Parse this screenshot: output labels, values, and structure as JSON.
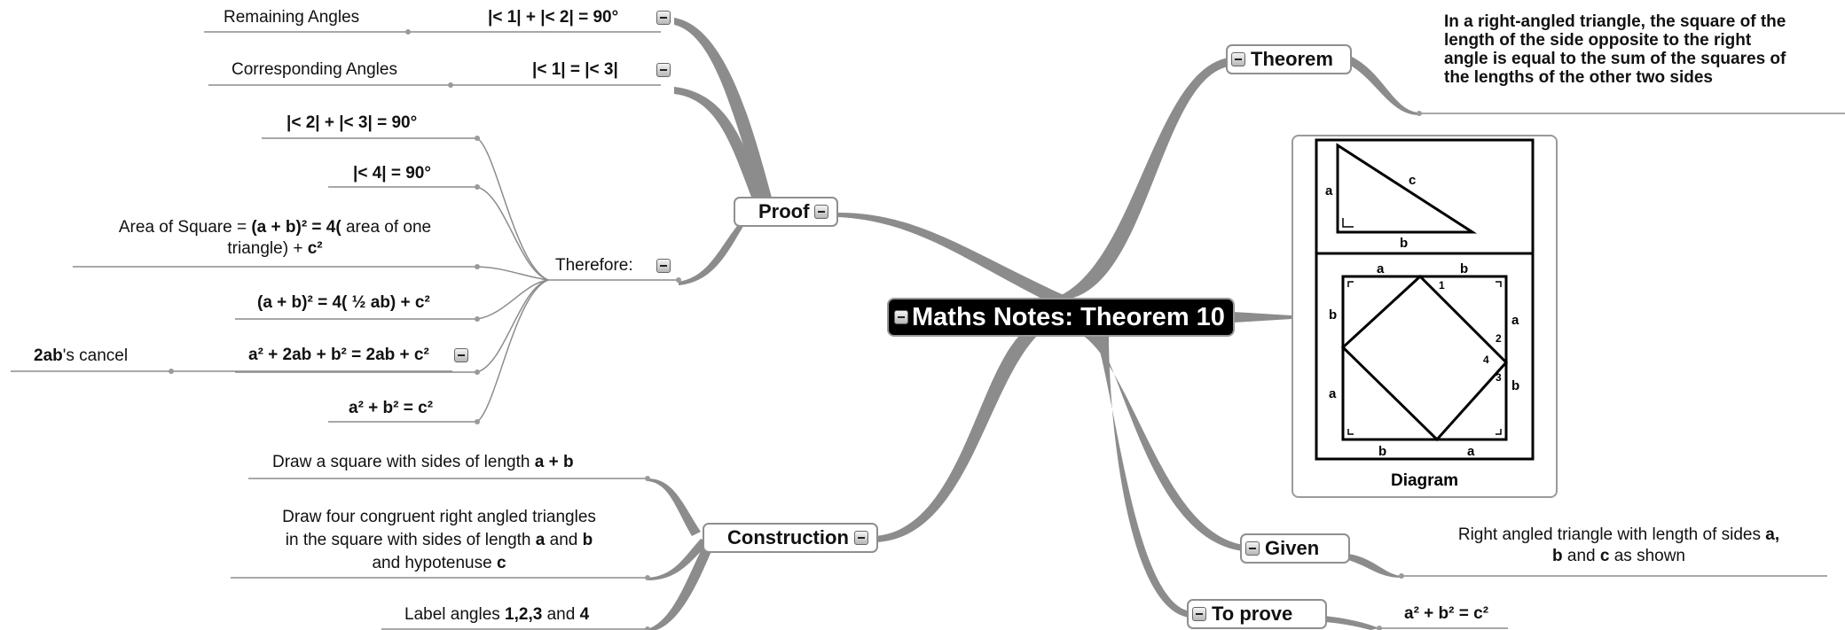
{
  "central": {
    "title": "Maths Notes: Theorem 10"
  },
  "theorem": {
    "label": "Theorem",
    "statement": [
      "In a right-angled triangle, the square of the",
      "length of the side opposite to the right",
      "angle is equal to the sum of the squares of",
      "the lengths of the other two sides"
    ]
  },
  "diagram": {
    "caption": "Diagram",
    "triangle_labels": {
      "a": "a",
      "b": "b",
      "c": "c"
    },
    "square_labels": {
      "top_a": "a",
      "top_b": "b",
      "right_a": "a",
      "right_b": "b",
      "bottom_b": "b",
      "bottom_a": "a",
      "left_b": "b",
      "left_a": "a",
      "angle1": "1",
      "angle2": "2",
      "angle3": "3",
      "angle4": "4"
    }
  },
  "given": {
    "label": "Given",
    "text_line1_pre": "Right angled triangle with length of sides ",
    "text_line1_bold": "a,",
    "text_line2_bold1": "b",
    "text_line2_mid": " and ",
    "text_line2_bold2": "c",
    "text_line2_post": " as shown"
  },
  "to_prove": {
    "label": "To prove",
    "text": "a² +  b² = c²"
  },
  "proof": {
    "label": "Proof",
    "remaining_angles": {
      "label": "Remaining Angles",
      "value": "|< 1| + |< 2| = 90°"
    },
    "corresponding_angles": {
      "label": "Corresponding Angles",
      "value": "|< 1| = |< 3|"
    },
    "therefore": {
      "label": "Therefore:",
      "steps": {
        "s1": "|< 2| + |< 3| = 90°",
        "s2": "|< 4| = 90°",
        "s3_pre": "Area of Square = ",
        "s3_bold1": "(a + b)² =  4(",
        "s3_mid": " area of one",
        "s3_line2": "triangle) + ",
        "s3_bold2": "c²",
        "s4": "(a + b)² = 4( ½ ab) + c²",
        "s5": "a² + 2ab + b² = 2ab + c²",
        "s6": "a² +  b² = c²"
      },
      "cancel_note_bold": "2ab",
      "cancel_note_rest": "'s cancel"
    }
  },
  "construction": {
    "label": "Construction",
    "item1_pre": "Draw a square with sides of length ",
    "item1_bold": "a + b",
    "item2_line1": "Draw four congruent right angled triangles",
    "item2_line2_pre": "in the square with sides of length ",
    "item2_line2_bold1": "a",
    "item2_line2_mid": "  and ",
    "item2_line2_bold2": "b",
    "item2_line3_pre": "and hypotenuse ",
    "item2_line3_bold": "c",
    "item3_pre": "Label angles ",
    "item3_bold1": "1,2,3",
    "item3_mid": "  and ",
    "item3_bold2": "4"
  },
  "colors": {
    "branch": "#8c8c8c",
    "central_bg": "#000000",
    "central_text": "#ffffff"
  }
}
